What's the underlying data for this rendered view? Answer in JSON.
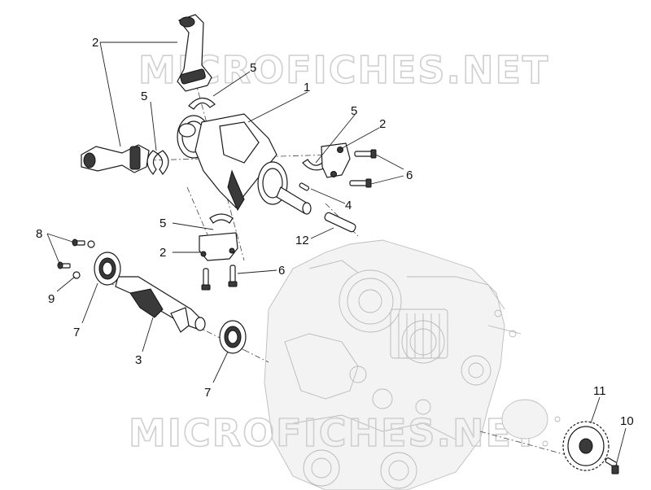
{
  "watermark": {
    "top": "MICROFICHES.NET",
    "bottom": "MICROFICHES.NET"
  },
  "callouts": [
    {
      "id": "c1",
      "label": "1"
    },
    {
      "id": "c2a",
      "label": "2"
    },
    {
      "id": "c2b",
      "label": "2"
    },
    {
      "id": "c2c",
      "label": "2"
    },
    {
      "id": "c3",
      "label": "3"
    },
    {
      "id": "c4",
      "label": "4"
    },
    {
      "id": "c5a",
      "label": "5"
    },
    {
      "id": "c5b",
      "label": "5"
    },
    {
      "id": "c5c",
      "label": "5"
    },
    {
      "id": "c5d",
      "label": "5"
    },
    {
      "id": "c6a",
      "label": "6"
    },
    {
      "id": "c6b",
      "label": "6"
    },
    {
      "id": "c7a",
      "label": "7"
    },
    {
      "id": "c7b",
      "label": "7"
    },
    {
      "id": "c8",
      "label": "8"
    },
    {
      "id": "c9",
      "label": "9"
    },
    {
      "id": "c10",
      "label": "10"
    },
    {
      "id": "c11",
      "label": "11"
    },
    {
      "id": "c12",
      "label": "12"
    }
  ]
}
